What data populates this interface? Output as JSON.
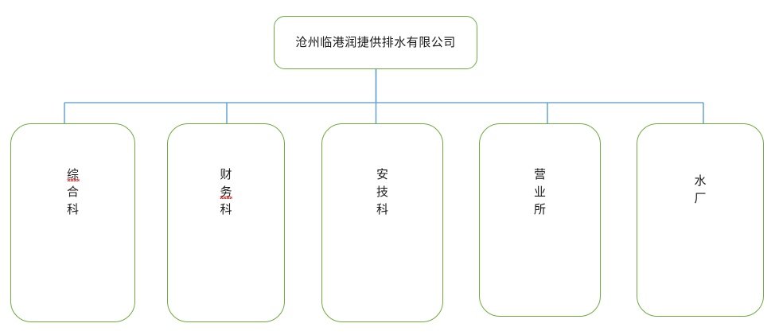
{
  "chart_data": {
    "type": "diagram",
    "diagram_type": "organization-chart",
    "title": "沧州临港润捷供排水有限公司",
    "orientation": "top-down",
    "levels": 2,
    "root": {
      "label": "沧州临港润捷供排水有限公司",
      "shape": "rounded-rectangle"
    },
    "children": [
      {
        "label": "综合科",
        "chars": [
          "综",
          "合",
          "科"
        ],
        "misspelled_index": 0
      },
      {
        "label": "财务科",
        "chars": [
          "财",
          "务",
          "科"
        ],
        "misspelled_index": 1
      },
      {
        "label": "安技科",
        "chars": [
          "安",
          "技",
          "科"
        ],
        "misspelled_index": -1
      },
      {
        "label": "营业所",
        "chars": [
          "营",
          "业",
          "所"
        ],
        "misspelled_index": -1
      },
      {
        "label": "水厂",
        "chars": [
          "水",
          "厂"
        ],
        "misspelled_index": -1
      }
    ],
    "edges": [
      {
        "from": "沧州临港润捷供排水有限公司",
        "to": "综合科"
      },
      {
        "from": "沧州临港润捷供排水有限公司",
        "to": "财务科"
      },
      {
        "from": "沧州临港润捷供排水有限公司",
        "to": "安技科"
      },
      {
        "from": "沧州临港润捷供排水有限公司",
        "to": "营业所"
      },
      {
        "from": "沧州临港润捷供排水有限公司",
        "to": "水厂"
      }
    ],
    "colors": {
      "box_border": "#6eac3e",
      "box_fill": "#ffffff",
      "connector": "#5b9bd5",
      "connector_light": "#a8cbe8",
      "text": "#1a1a1a",
      "spellcheck_underline": "#e03030",
      "background": "#ffffff"
    }
  },
  "root": {
    "label": "沧州临港润捷供排水有限公司"
  },
  "departments": [
    {
      "label": "综合科",
      "char0": "综",
      "char1": "合",
      "char2": "科"
    },
    {
      "label": "财务科",
      "char0": "财",
      "char1": "务",
      "char2": "科"
    },
    {
      "label": "安技科",
      "char0": "安",
      "char1": "技",
      "char2": "科"
    },
    {
      "label": "营业所",
      "char0": "营",
      "char1": "业",
      "char2": "所"
    },
    {
      "label": "水厂",
      "char0": "水",
      "char1": "厂",
      "char2": ""
    }
  ]
}
